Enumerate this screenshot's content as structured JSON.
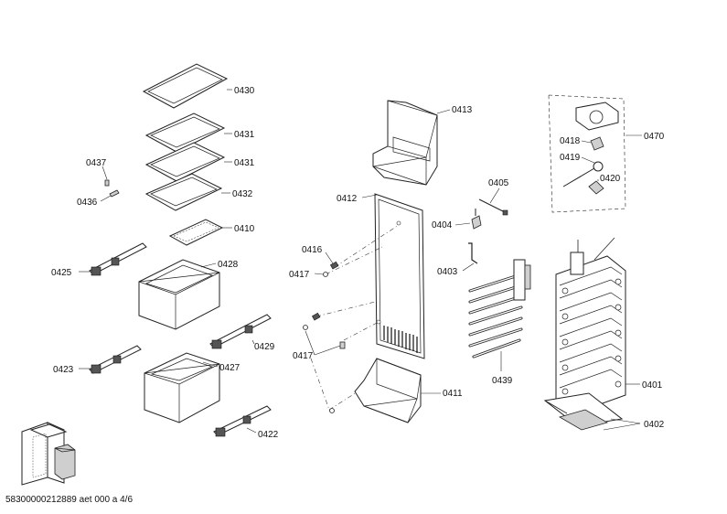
{
  "labels": {
    "l0430": "0430",
    "l0431a": "0431",
    "l0431b": "0431",
    "l0432": "0432",
    "l0437": "0437",
    "l0436": "0436",
    "l0410": "0410",
    "l0425": "0425",
    "l0428": "0428",
    "l0429": "0429",
    "l0423": "0423",
    "l0427": "0427",
    "l0422": "0422",
    "l0413": "0413",
    "l0412": "0412",
    "l0416": "0416",
    "l0417a": "0417",
    "l0417b": "0417",
    "l0411": "0411",
    "l0405": "0405",
    "l0404": "0404",
    "l0403": "0403",
    "l0439": "0439",
    "l0470": "0470",
    "l0418": "0418",
    "l0419": "0419",
    "l0420": "0420",
    "l0401": "0401",
    "l0402": "0402"
  },
  "footer": {
    "code": "58300000212889 aet 000 a 4/6"
  }
}
